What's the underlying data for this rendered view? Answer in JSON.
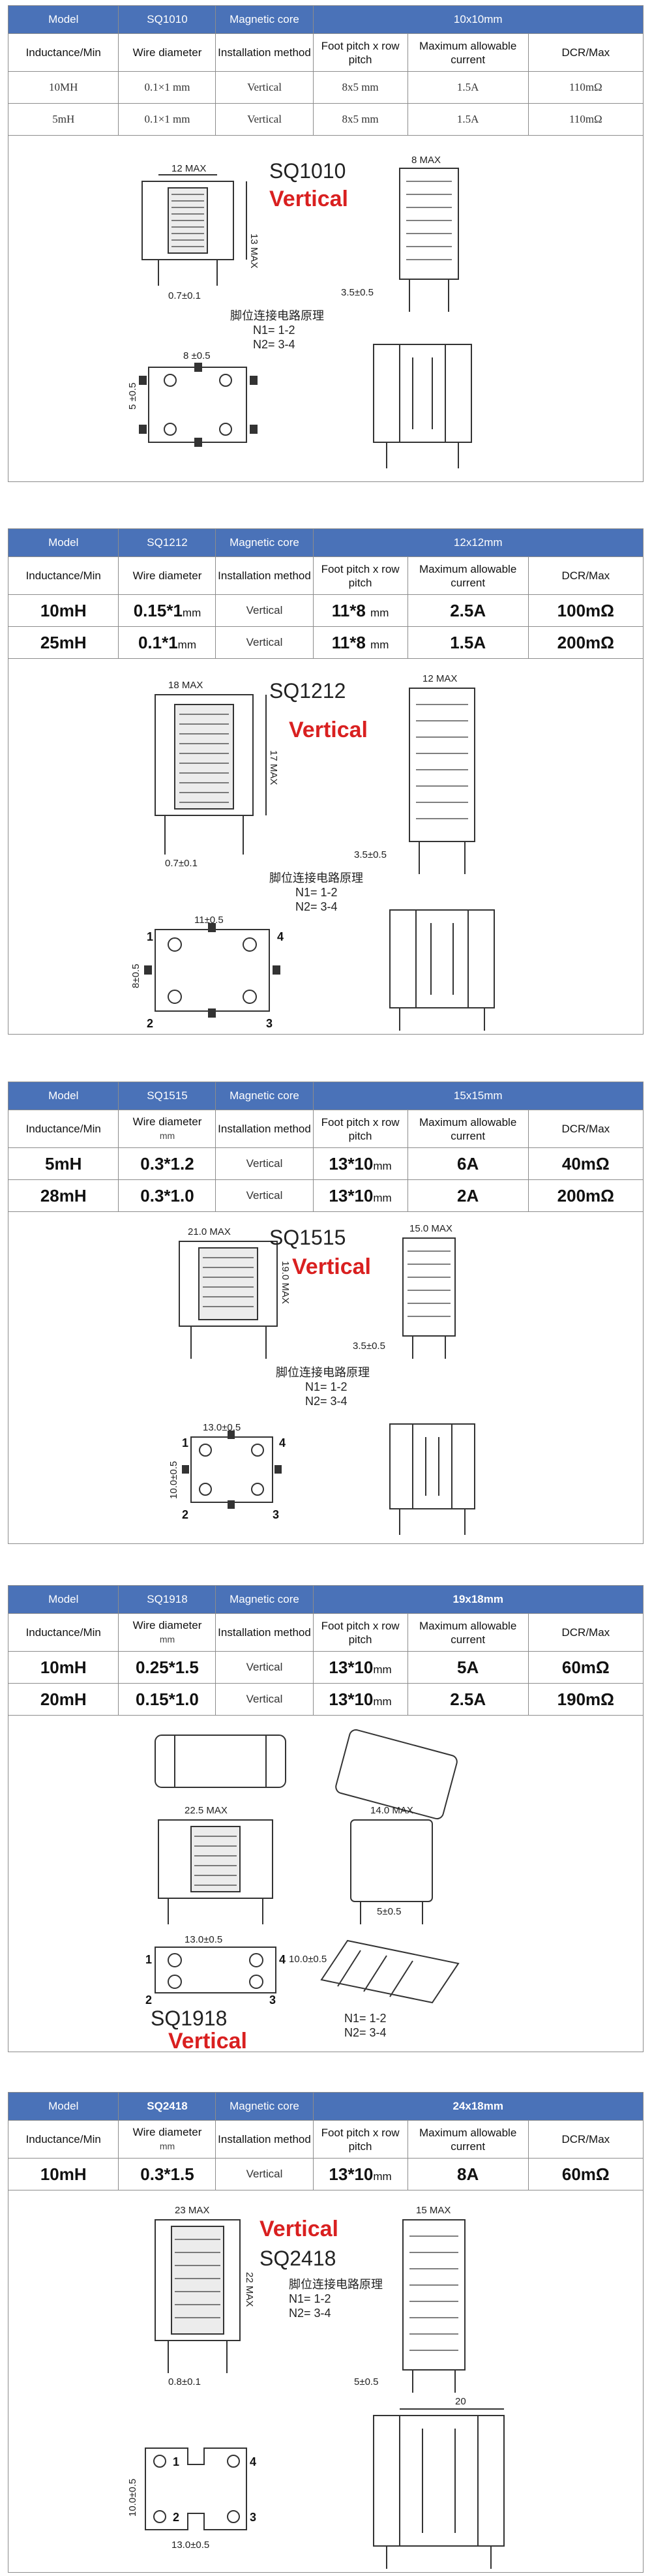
{
  "header_labels": {
    "model": "Model",
    "magnetic_core": "Magnetic core",
    "inductance": "Inductance/Min",
    "wire_diameter": "Wire diameter",
    "wire_unit": "mm",
    "installation": "Installation method",
    "foot_pitch": "Foot pitch x row pitch",
    "max_current": "Maximum allowable current",
    "dcr": "DCR/Max"
  },
  "sections": [
    {
      "model": "SQ1010",
      "core": "10x10mm",
      "rows": [
        {
          "inductance": "10MH",
          "wire": "0.1×1",
          "wire_unit": "mm",
          "install": "Vertical",
          "pitch": "8x5",
          "pitch_unit": "mm",
          "current": "1.5A",
          "dcr": "110mΩ"
        },
        {
          "inductance": "5mH",
          "wire": "0.1×1",
          "wire_unit": "mm",
          "install": "Vertical",
          "pitch": "8x5",
          "pitch_unit": "mm",
          "current": "1.5A",
          "dcr": "110mΩ"
        }
      ],
      "drawing": {
        "part": "SQ1010",
        "orientation": "Vertical",
        "note_title": "脚位连接电路原理",
        "n1": "N1= 1-2",
        "n2": "N2= 3-4",
        "width_dim": "12 MAX",
        "height_dim": "13 MAX",
        "side_dim": "8 MAX",
        "lead_dim": "0.7±0.1",
        "row_dim": "3.5±0.5",
        "pitch_dim": "8 ±0.5",
        "row_pitch_dim": "5 ±0.5"
      }
    },
    {
      "model": "SQ1212",
      "core": "12x12mm",
      "rows": [
        {
          "inductance": "10mH",
          "wire": "0.15*1",
          "wire_unit": "mm",
          "install": "Vertical",
          "pitch": "11*8",
          "pitch_unit": "mm",
          "current": "2.5A",
          "dcr": "100mΩ"
        },
        {
          "inductance": "25mH",
          "wire": "0.1*1",
          "wire_unit": "mm",
          "install": "Vertical",
          "pitch": "11*8",
          "pitch_unit": "mm",
          "current": "1.5A",
          "dcr": "200mΩ"
        }
      ],
      "drawing": {
        "part": "SQ1212",
        "orientation": "Vertical",
        "note_title": "脚位连接电路原理",
        "n1": "N1= 1-2",
        "n2": "N2= 3-4",
        "width_dim": "18 MAX",
        "height_dim": "17 MAX",
        "side_dim": "12 MAX",
        "lead_dim": "0.7±0.1",
        "row_dim": "3.5±0.5",
        "pitch_dim": "11±0.5",
        "row_pitch_dim": "8±0.5"
      }
    },
    {
      "model": "SQ1515",
      "core": "15x15mm",
      "rows": [
        {
          "inductance": "5mH",
          "wire": "0.3*1.2",
          "wire_unit": "",
          "install": "Vertical",
          "pitch": "13*10",
          "pitch_unit": "mm",
          "current": "6A",
          "dcr": "40mΩ"
        },
        {
          "inductance": "28mH",
          "wire": "0.3*1.0",
          "wire_unit": "",
          "install": "Vertical",
          "pitch": "13*10",
          "pitch_unit": "mm",
          "current": "2A",
          "dcr": "200mΩ"
        }
      ],
      "drawing": {
        "part": "SQ1515",
        "orientation": "Vertical",
        "note_title": "脚位连接电路原理",
        "n1": "N1= 1-2",
        "n2": "N2= 3-4",
        "width_dim": "21.0 MAX",
        "height_dim": "19.0 MAX",
        "side_dim": "15.0 MAX",
        "lead_dim": "",
        "row_dim": "3.5±0.5",
        "pitch_dim": "13.0±0.5",
        "row_pitch_dim": "10.0±0.5"
      }
    },
    {
      "model": "SQ1918",
      "core": "19x18mm",
      "rows": [
        {
          "inductance": "10mH",
          "wire": "0.25*1.5",
          "wire_unit": "",
          "install": "Vertical",
          "pitch": "13*10",
          "pitch_unit": "mm",
          "current": "5A",
          "dcr": "60mΩ"
        },
        {
          "inductance": "20mH",
          "wire": "0.15*1.0",
          "wire_unit": "",
          "install": "Vertical",
          "pitch": "13*10",
          "pitch_unit": "mm",
          "current": "2.5A",
          "dcr": "190mΩ"
        }
      ],
      "drawing": {
        "part": "SQ1918",
        "orientation": "Vertical",
        "note_title": "",
        "n1": "N1= 1-2",
        "n2": "N2= 3-4",
        "width_dim": "22.5 MAX",
        "height_dim": "",
        "side_dim": "14.0 MAX",
        "lead_dim": "",
        "row_dim": "5±0.5",
        "pitch_dim": "13.0±0.5",
        "row_pitch_dim": "10.0±0.5"
      }
    },
    {
      "model": "SQ2418",
      "core": "24x18mm",
      "rows": [
        {
          "inductance": "10mH",
          "wire": "0.3*1.5",
          "wire_unit": "",
          "install": "Vertical",
          "pitch": "13*10",
          "pitch_unit": "mm",
          "current": "8A",
          "dcr": "60mΩ"
        }
      ],
      "drawing": {
        "part": "SQ2418",
        "orientation": "Vertical",
        "note_title": "脚位连接电路原理",
        "n1": "N1= 1-2",
        "n2": "N2= 3-4",
        "width_dim": "23 MAX",
        "height_dim": "22 MAX",
        "side_dim": "15 MAX",
        "lead_dim": "0.8±0.1",
        "row_dim": "5±0.5",
        "pitch_dim": "13.0±0.5",
        "row_pitch_dim": "10.0±0.5",
        "base_dim": "20"
      }
    }
  ]
}
